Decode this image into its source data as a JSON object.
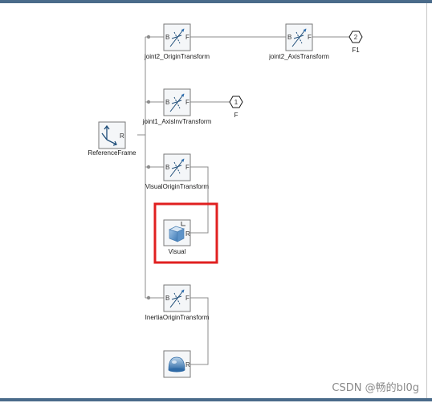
{
  "blocks": {
    "joint2_origin": {
      "label": "joint2_OriginTransform",
      "port_in": "B",
      "port_out": "F"
    },
    "joint2_axis": {
      "label": "joint2_AxisTransform",
      "port_in": "B",
      "port_out": "F"
    },
    "joint1_axisinv": {
      "label": "joint1_AxisInvTransform",
      "port_in": "B",
      "port_out": "F"
    },
    "reference_frame": {
      "label": "ReferenceFrame",
      "port": "R"
    },
    "visual_origin": {
      "label": "VisualOriginTransform",
      "port_in": "B",
      "port_out": "F"
    },
    "visual": {
      "label": "Visual",
      "port": "R"
    },
    "inertia_origin": {
      "label": "InertiaOriginTransform",
      "port_in": "B",
      "port_out": "F"
    },
    "inertia": {
      "port": "R"
    }
  },
  "outports": {
    "f1": {
      "number": "2",
      "label": "F1"
    },
    "f": {
      "number": "1",
      "label": "F"
    }
  },
  "highlight": {
    "color": "#e02020"
  },
  "colors": {
    "line": "#8c8c8c",
    "block_border": "#7a7a7a",
    "block_fill": "#f4f6f8",
    "icon": "#1f4e79"
  },
  "watermark": "CSDN @畅的bl0g"
}
